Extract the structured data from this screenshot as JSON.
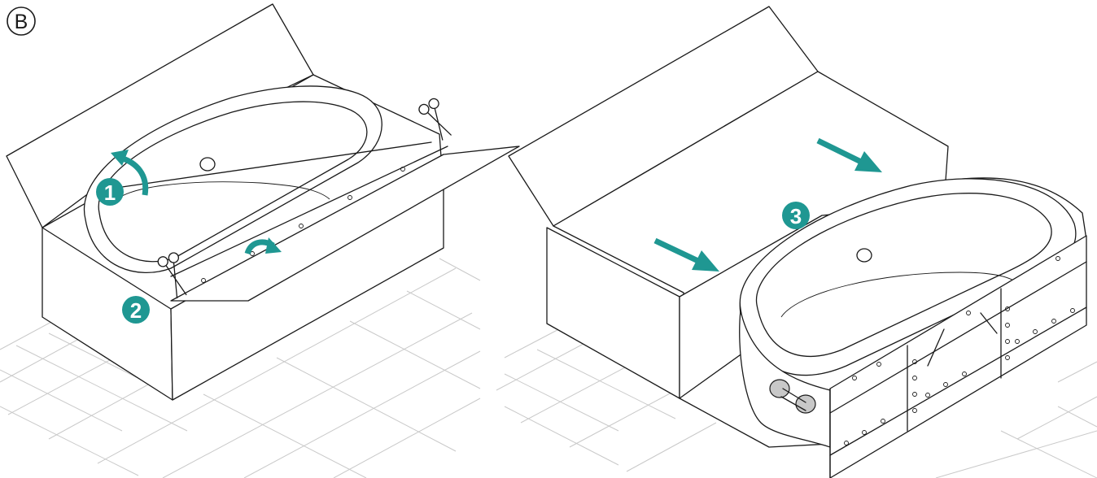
{
  "figure": {
    "panel_label": "B",
    "steps": [
      {
        "number": "1"
      },
      {
        "number": "2"
      },
      {
        "number": "3"
      }
    ],
    "colors": {
      "accent": "#1f9792",
      "line": "#1a1a1a",
      "grid": "#c9c9c9"
    },
    "icons": [
      "scissors-icon",
      "curved-arrow-icon",
      "straight-arrow-icon"
    ]
  }
}
